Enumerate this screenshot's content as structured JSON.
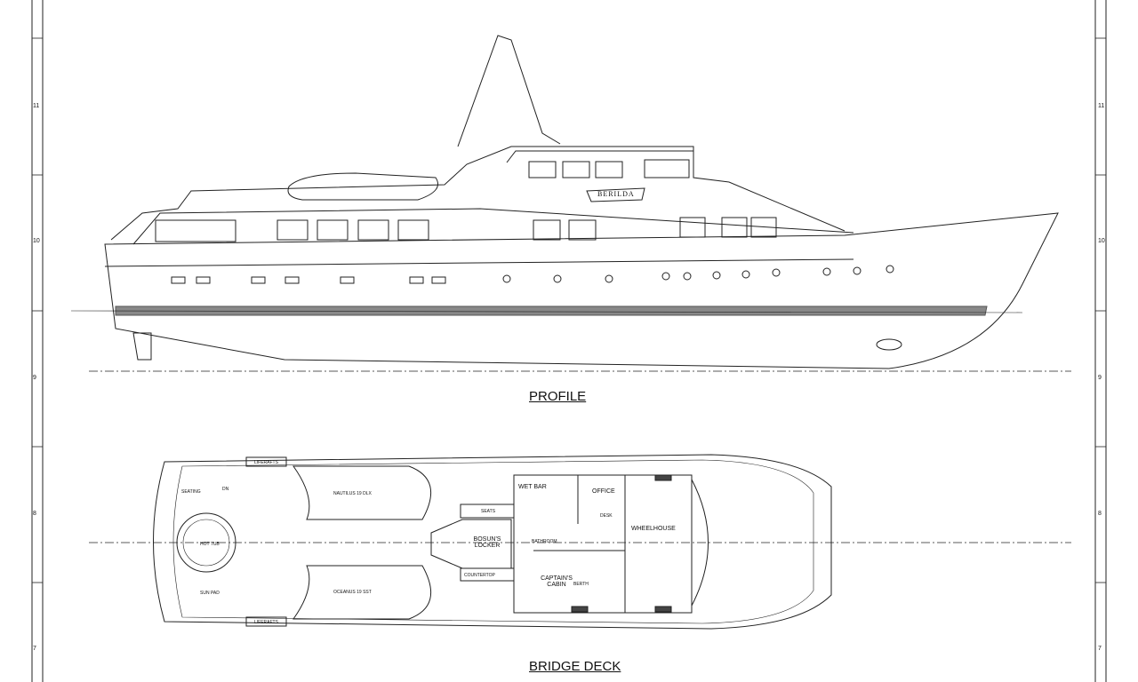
{
  "margin_marks": [
    "11",
    "10",
    "9",
    "8",
    "7"
  ],
  "profile": {
    "title": "PROFILE",
    "vessel_name": "BERILDA"
  },
  "bridge_deck": {
    "title": "BRIDGE DECK",
    "labels": {
      "seating": "SEATING",
      "down": "DN",
      "liferafts_top": "LIFERAFTS",
      "liferafts_bottom": "LIFERAFTS",
      "tender_top": "NAUTILUS 19 DLX",
      "tender_bottom": "OCEANUS 19 SST",
      "hot_tub": "HOT TUB",
      "sun_pad": "SUN PAD",
      "seats": "SEATS",
      "bosuns_locker": "BOSUN'S LOCKER",
      "countertop": "COUNTERTOP",
      "wet_bar": "WET BAR",
      "office": "OFFICE",
      "desk": "DESK",
      "wheelhouse": "WHEELHOUSE",
      "captains_cabin": "CAPTAIN'S CABIN",
      "berth": "BERTH",
      "bathroom": "BATHROOM"
    }
  },
  "colors": {
    "line": "#222222",
    "stripe": "#888888"
  }
}
